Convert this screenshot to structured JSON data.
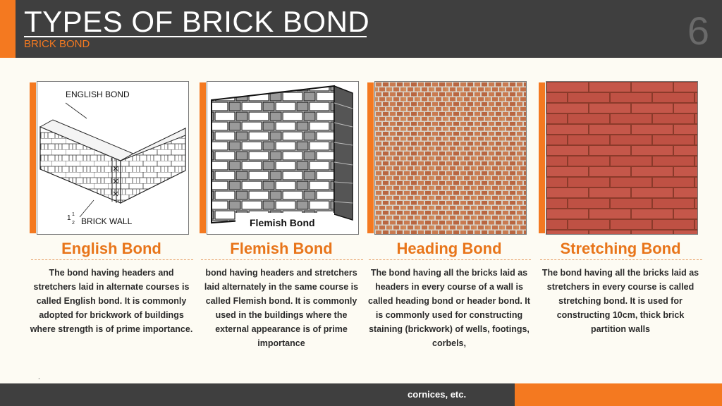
{
  "header": {
    "title": "TYPES OF BRICK BOND",
    "subtitle": "BRICK BOND",
    "slide_number": "6"
  },
  "cards": [
    {
      "heading": "English Bond",
      "image_labels": [
        "ENGLISH BOND",
        "BRICK WALL"
      ],
      "description": "The bond having headers and stretchers laid in alternate courses is called English bond. It is commonly adopted for brickwork of buildings where strength is of prime importance."
    },
    {
      "heading": "Flemish Bond",
      "image_labels": [
        "Flemish Bond"
      ],
      "description": "bond having headers and stretchers laid alternately in the same course is called Flemish bond. It is commonly used in the buildings where the external appearance is of prime importance"
    },
    {
      "heading": "Heading Bond",
      "description": "The bond having all the bricks laid as headers in every course of a wall is called heading bond or header bond. It is commonly used for constructing staining (brickwork) of wells, footings, corbels,"
    },
    {
      "heading": "Stretching Bond",
      "description": "The bond having all the bricks laid as stretchers in every course is called stretching bond. It is used for constructing 10cm, thick brick partition walls"
    }
  ],
  "stray_mark": ".",
  "footer": {
    "text": "cornices, etc."
  },
  "colors": {
    "accent": "#f47920",
    "dark": "#3f3f3f",
    "heading": "#e8751a"
  }
}
